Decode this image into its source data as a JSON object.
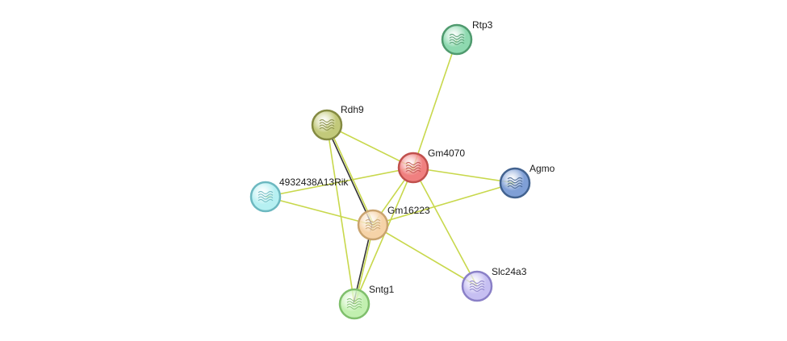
{
  "nodes": [
    {
      "id": "rtp3",
      "label": "Rtp3",
      "color": "#8ed9b0",
      "stroke": "#4f9a6e"
    },
    {
      "id": "rdh9",
      "label": "Rdh9",
      "color": "#c2c97a",
      "stroke": "#848a42"
    },
    {
      "id": "gm4070",
      "label": "Gm4070",
      "color": "#f08080",
      "stroke": "#c0504d"
    },
    {
      "id": "agmo",
      "label": "Agmo",
      "color": "#7f9fd6",
      "stroke": "#42628f"
    },
    {
      "id": "4932438a13rik",
      "label": "4932438A13Rik",
      "color": "#b6f0f2",
      "stroke": "#6cb8c0"
    },
    {
      "id": "gm16223",
      "label": "Gm16223",
      "color": "#f6d3a8",
      "stroke": "#c9a36f"
    },
    {
      "id": "slc24a3",
      "label": "Slc24a3",
      "color": "#c6bff2",
      "stroke": "#8a80c7"
    },
    {
      "id": "sntg1",
      "label": "Sntg1",
      "color": "#c2f0b0",
      "stroke": "#7fbf6c"
    }
  ],
  "edges": [
    {
      "source": "gm4070",
      "target": "rtp3",
      "lines": [
        "#c8d84c"
      ]
    },
    {
      "source": "gm4070",
      "target": "rdh9",
      "lines": [
        "#c8d84c"
      ]
    },
    {
      "source": "gm4070",
      "target": "agmo",
      "lines": [
        "#c8d84c"
      ]
    },
    {
      "source": "gm4070",
      "target": "4932438a13rik",
      "lines": [
        "#c8d84c"
      ]
    },
    {
      "source": "gm4070",
      "target": "gm16223",
      "lines": [
        "#c8d84c"
      ]
    },
    {
      "source": "gm4070",
      "target": "slc24a3",
      "lines": [
        "#c8d84c"
      ]
    },
    {
      "source": "gm4070",
      "target": "sntg1",
      "lines": [
        "#c8d84c"
      ]
    },
    {
      "source": "gm16223",
      "target": "agmo",
      "lines": [
        "#c8d84c"
      ]
    },
    {
      "source": "gm16223",
      "target": "4932438a13rik",
      "lines": [
        "#c8d84c"
      ]
    },
    {
      "source": "gm16223",
      "target": "slc24a3",
      "lines": [
        "#c8d84c"
      ]
    },
    {
      "source": "rdh9",
      "target": "gm16223",
      "lines": [
        "#c8d84c",
        "#333333"
      ]
    },
    {
      "source": "rdh9",
      "target": "sntg1",
      "lines": [
        "#c8d84c"
      ]
    },
    {
      "source": "gm16223",
      "target": "sntg1",
      "lines": [
        "#c8d84c",
        "#333333"
      ]
    }
  ]
}
